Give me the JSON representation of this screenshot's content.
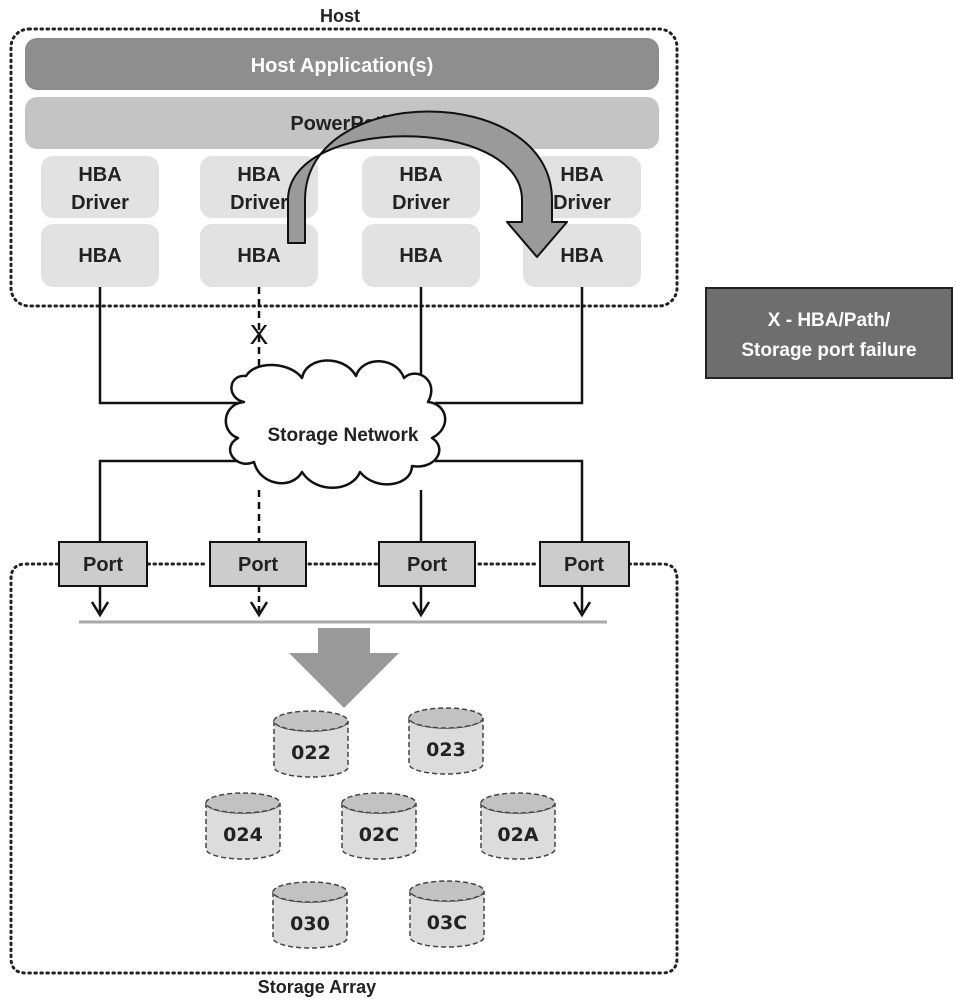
{
  "host": {
    "title": "Host",
    "application_label": "Host Application(s)",
    "powerpath_label": "PowerPath",
    "hba_driver_labels": [
      [
        "HBA",
        "Driver"
      ],
      [
        "HBA",
        "Driver"
      ],
      [
        "HBA",
        "Driver"
      ],
      [
        "HBA",
        "Driver"
      ]
    ],
    "hba_labels": [
      "HBA",
      "HBA",
      "HBA",
      "HBA"
    ]
  },
  "failure_marker": "X",
  "network": {
    "label": "Storage Network"
  },
  "ports": [
    "Port",
    "Port",
    "Port",
    "Port"
  ],
  "storage_array": {
    "title": "Storage Array",
    "volumes": [
      "022",
      "023",
      "024",
      "02C",
      "02A",
      "030",
      "03C"
    ]
  },
  "legend": {
    "lines": [
      "X - HBA/Path/",
      "Storage port failure"
    ]
  },
  "colors": {
    "app_bar": "#8e8e8e",
    "powerpath_bar": "#c4c4c4",
    "hba_box": "#e2e2e2",
    "port_box": "#cccccc",
    "arrow": "#9a9a9a",
    "legend_bg": "#6e6e6e",
    "volume": "#dcdcdc"
  }
}
